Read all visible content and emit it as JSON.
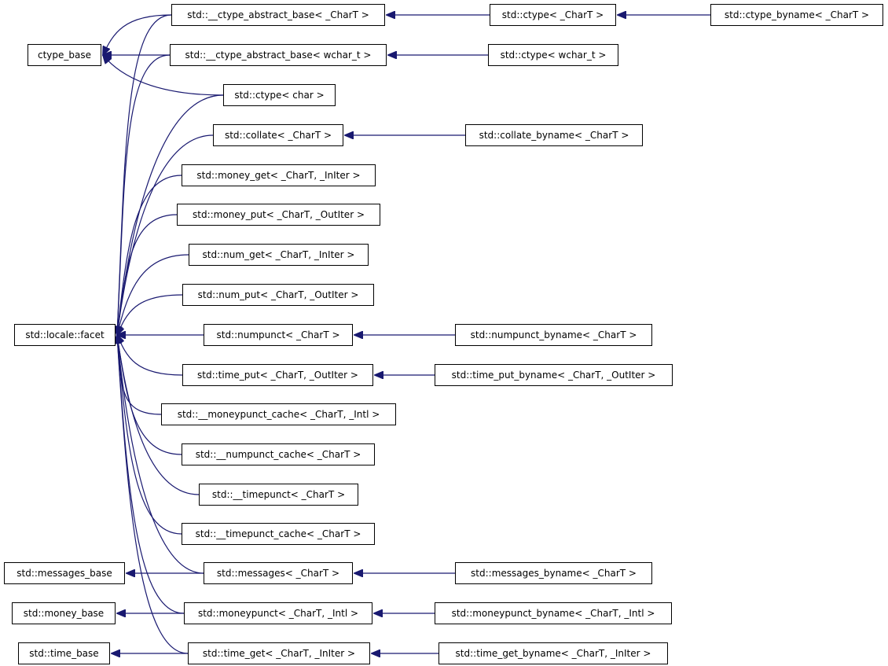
{
  "diagram": {
    "colors": {
      "edge": "#191970",
      "node_border": "#000000",
      "node_fill": "#ffffff"
    },
    "nodes": [
      {
        "id": "ctype_base",
        "label": "ctype_base"
      },
      {
        "id": "locale_facet",
        "label": "std::locale::facet"
      },
      {
        "id": "messages_base",
        "label": "std::messages_base"
      },
      {
        "id": "money_base",
        "label": "std::money_base"
      },
      {
        "id": "time_base",
        "label": "std::time_base"
      },
      {
        "id": "ctype_abs_chart",
        "label": "std::__ctype_abstract_base< _CharT >"
      },
      {
        "id": "ctype_abs_wchar",
        "label": "std::__ctype_abstract_base< wchar_t >"
      },
      {
        "id": "ctype_char",
        "label": "std::ctype< char >"
      },
      {
        "id": "collate",
        "label": "std::collate< _CharT >"
      },
      {
        "id": "money_get",
        "label": "std::money_get< _CharT, _InIter >"
      },
      {
        "id": "money_put",
        "label": "std::money_put< _CharT, _OutIter >"
      },
      {
        "id": "num_get",
        "label": "std::num_get< _CharT, _InIter >"
      },
      {
        "id": "num_put",
        "label": "std::num_put< _CharT, _OutIter >"
      },
      {
        "id": "numpunct",
        "label": "std::numpunct< _CharT >"
      },
      {
        "id": "time_put",
        "label": "std::time_put< _CharT, _OutIter >"
      },
      {
        "id": "moneypunct_cache",
        "label": "std::__moneypunct_cache< _CharT, _Intl >"
      },
      {
        "id": "numpunct_cache",
        "label": "std::__numpunct_cache< _CharT >"
      },
      {
        "id": "timepunct",
        "label": "std::__timepunct< _CharT >"
      },
      {
        "id": "timepunct_cache",
        "label": "std::__timepunct_cache< _CharT >"
      },
      {
        "id": "messages",
        "label": "std::messages< _CharT >"
      },
      {
        "id": "moneypunct",
        "label": "std::moneypunct< _CharT, _Intl >"
      },
      {
        "id": "time_get",
        "label": "std::time_get< _CharT, _InIter >"
      },
      {
        "id": "ctype_chart",
        "label": "std::ctype< _CharT >"
      },
      {
        "id": "ctype_wchar",
        "label": "std::ctype< wchar_t >"
      },
      {
        "id": "collate_byname",
        "label": "std::collate_byname< _CharT >"
      },
      {
        "id": "numpunct_byname",
        "label": "std::numpunct_byname< _CharT >"
      },
      {
        "id": "time_put_byname",
        "label": "std::time_put_byname< _CharT, _OutIter >"
      },
      {
        "id": "messages_byname",
        "label": "std::messages_byname< _CharT >"
      },
      {
        "id": "moneypunct_byname",
        "label": "std::moneypunct_byname< _CharT, _Intl >"
      },
      {
        "id": "time_get_byname",
        "label": "std::time_get_byname< _CharT, _InIter >"
      },
      {
        "id": "ctype_byname",
        "label": "std::ctype_byname< _CharT >"
      }
    ],
    "edges": [
      {
        "from": "ctype_abs_chart",
        "to": "ctype_base"
      },
      {
        "from": "ctype_abs_wchar",
        "to": "ctype_base"
      },
      {
        "from": "ctype_char",
        "to": "ctype_base"
      },
      {
        "from": "ctype_chart",
        "to": "ctype_abs_chart"
      },
      {
        "from": "ctype_byname",
        "to": "ctype_chart"
      },
      {
        "from": "ctype_wchar",
        "to": "ctype_abs_wchar"
      },
      {
        "from": "collate_byname",
        "to": "collate"
      },
      {
        "from": "numpunct_byname",
        "to": "numpunct"
      },
      {
        "from": "time_put_byname",
        "to": "time_put"
      },
      {
        "from": "messages_byname",
        "to": "messages"
      },
      {
        "from": "moneypunct_byname",
        "to": "moneypunct"
      },
      {
        "from": "time_get_byname",
        "to": "time_get"
      },
      {
        "from": "messages",
        "to": "messages_base"
      },
      {
        "from": "moneypunct",
        "to": "money_base"
      },
      {
        "from": "time_get",
        "to": "time_base"
      },
      {
        "from": "ctype_abs_chart",
        "to": "locale_facet"
      },
      {
        "from": "ctype_abs_wchar",
        "to": "locale_facet"
      },
      {
        "from": "ctype_char",
        "to": "locale_facet"
      },
      {
        "from": "collate",
        "to": "locale_facet"
      },
      {
        "from": "money_get",
        "to": "locale_facet"
      },
      {
        "from": "money_put",
        "to": "locale_facet"
      },
      {
        "from": "num_get",
        "to": "locale_facet"
      },
      {
        "from": "num_put",
        "to": "locale_facet"
      },
      {
        "from": "numpunct",
        "to": "locale_facet"
      },
      {
        "from": "time_put",
        "to": "locale_facet"
      },
      {
        "from": "moneypunct_cache",
        "to": "locale_facet"
      },
      {
        "from": "numpunct_cache",
        "to": "locale_facet"
      },
      {
        "from": "timepunct",
        "to": "locale_facet"
      },
      {
        "from": "timepunct_cache",
        "to": "locale_facet"
      },
      {
        "from": "messages",
        "to": "locale_facet"
      },
      {
        "from": "moneypunct",
        "to": "locale_facet"
      },
      {
        "from": "time_get",
        "to": "locale_facet"
      }
    ]
  }
}
